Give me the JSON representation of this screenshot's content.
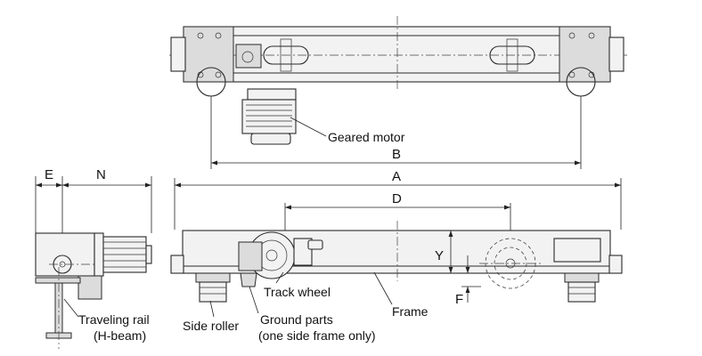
{
  "dimensions": {
    "a": "A",
    "b": "B",
    "d": "D",
    "e": "E",
    "n": "N",
    "y": "Y",
    "f": "F"
  },
  "labels": {
    "geared_motor": "Geared motor",
    "track_wheel": "Track wheel",
    "frame": "Frame",
    "side_roller": "Side roller",
    "ground_parts": "Ground parts",
    "ground_parts_note": "(one side frame only)",
    "traveling_rail": "Traveling rail",
    "traveling_rail_note": "(H-beam)"
  }
}
